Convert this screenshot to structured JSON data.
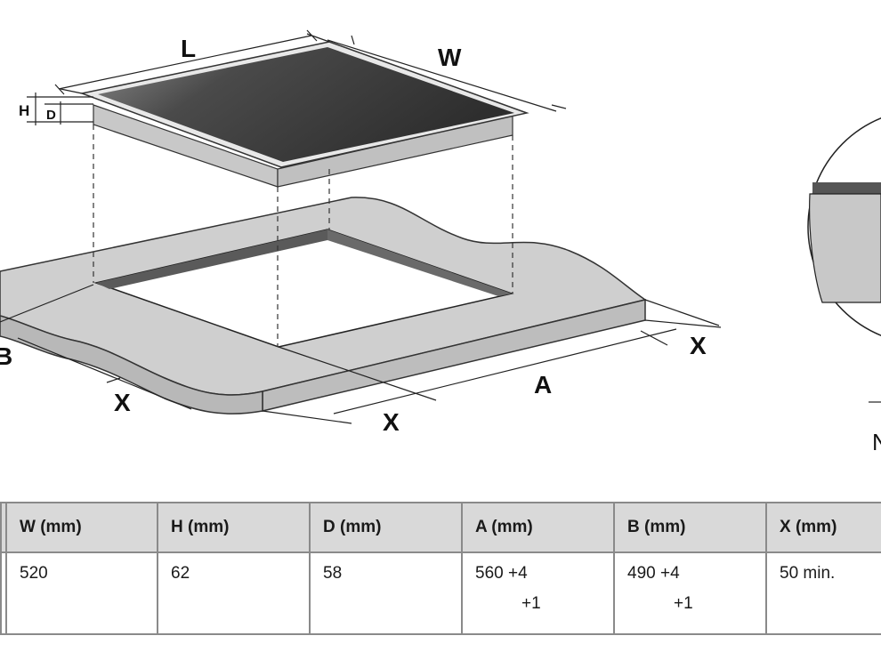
{
  "diagram": {
    "labels": {
      "L": "L",
      "W": "W",
      "H": "H",
      "D": "D",
      "A": "A",
      "B": "B",
      "X1": "X",
      "X2": "X",
      "X3": "X",
      "N": "N"
    }
  },
  "table": {
    "headers": [
      "W (mm)",
      "H (mm)",
      "D (mm)",
      "A (mm)",
      "B (mm)",
      "X (mm)"
    ],
    "rows": [
      {
        "cells": [
          "520",
          "62",
          "58",
          "560 +4",
          "490 +4",
          "50 min."
        ],
        "tolerances": [
          "",
          "",
          "",
          "+1",
          "+1",
          ""
        ]
      }
    ]
  },
  "colors": {
    "glass_dark": "#3a3a3a",
    "body_grey": "#c8c8c8",
    "counter_grey": "#cfcfcf",
    "line": "#222222",
    "header_bg": "#d9d9d9"
  }
}
